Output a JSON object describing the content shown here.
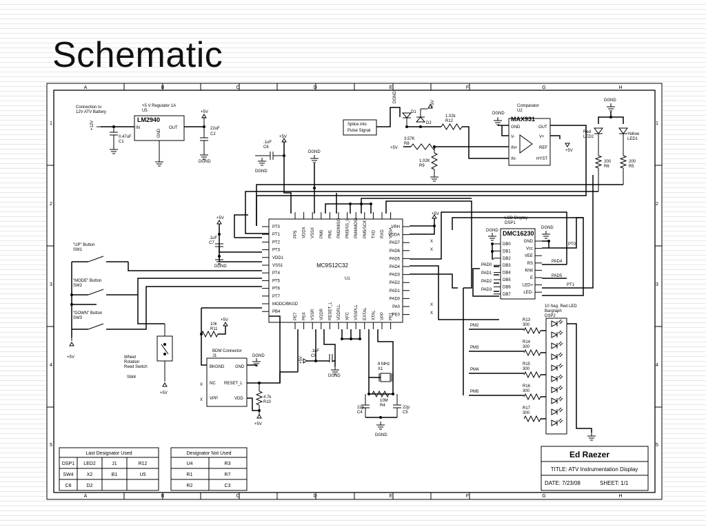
{
  "slide": {
    "title": "Schematic"
  },
  "sheet": {
    "column_labels": [
      "A",
      "B",
      "C",
      "D",
      "E",
      "F",
      "G",
      "H"
    ],
    "row_labels": [
      "1",
      "2",
      "3",
      "4",
      "5"
    ]
  },
  "parts": {
    "connection": "Connection to",
    "battery": "12V ATV Battery",
    "plus12v": "+12V",
    "c1_value": "0.47uF",
    "c1": "C1",
    "regulator_title": "+5 V Regulator 1A",
    "regulator_ref": "U5",
    "regulator_part": "LM2940",
    "reg_in": "IN",
    "reg_out": "OUT",
    "reg_gnd": "GND",
    "c2_value": "22uF",
    "c2": "C2",
    "plus5v": "+5V",
    "dgnd": "DGND",
    "c6_value": ".1uF",
    "c6": "C6",
    "splice": [
      "Splice into",
      "Pulse Signal"
    ],
    "d1": "D1",
    "d2": "D2",
    "r12_value": "1.02k",
    "r12": "R12",
    "r8_value": "3.57K",
    "r8": "R8",
    "r9_value": "1.02K",
    "r9": "R9",
    "comparator": "Comparator",
    "comparator_ref": "U2",
    "comparator_part": "MAX931",
    "comp_pins": [
      "GND",
      "V-",
      "IN+",
      "IN-",
      "OUT",
      "V+",
      "REF",
      "HYST"
    ],
    "red_led": [
      "Red",
      "LED2"
    ],
    "yellow_led": [
      "Yellow",
      "LED1"
    ],
    "r6_value": "200",
    "r6": "R6",
    "r5_value": "200",
    "r5": "R5",
    "mcu_part": "MC9S12C32",
    "mcu_ref": "U1",
    "mcu_left_pins": [
      "PT0",
      "PT1",
      "PT2",
      "PT3",
      "VDD1",
      "VSS1",
      "PT4",
      "PT5",
      "PT6",
      "PT7",
      "MODC/BKGD",
      "PB4"
    ],
    "mcu_top_pins": [
      "PP5",
      "VDDX",
      "VSSX",
      "PM0",
      "PM1",
      "PM2/MISO",
      "PM3/SS_L",
      "PM4/MOSI",
      "PM5/SCK",
      "TXD",
      "RXD",
      "VSSA"
    ],
    "mcu_right_pins": [
      "VRH",
      "VDDA",
      "PAD7",
      "PAD6",
      "PAD5",
      "PAD4",
      "PAD3",
      "PAD2",
      "PAD1",
      "PAD0",
      "PA0",
      "PE0"
    ],
    "mcu_bottom_pins": [
      "PE7",
      "PE4",
      "VSSR",
      "VDDR",
      "RESET_L",
      "VDDPLL",
      "XFC",
      "VSSPLL",
      "EXTAL",
      "XTAL",
      "VPP",
      "PE1"
    ],
    "c7_value": ".1uF",
    "c7": "C7",
    "sw1": [
      "\"UP\" Button",
      "SW1"
    ],
    "sw2": [
      "\"MODE\" Button",
      "SW2"
    ],
    "sw3": [
      "\"DOWN\" Button",
      "SW3"
    ],
    "sw4": [
      "Wheel",
      "Rotation",
      "Reed Switch",
      "SW4"
    ],
    "r11_value": "10k",
    "r11": "R11",
    "bdm": [
      "BDM Connector",
      "J1"
    ],
    "bdm_pins": [
      "BKGND",
      "GND",
      "NC",
      "RESET_L",
      "VPP",
      "VDD"
    ],
    "r10_value": "4.7k",
    "r10": "R10",
    "c8_value": ".1uF",
    "c8": "C8",
    "crystal": [
      "8 MHz",
      "X1"
    ],
    "r4_value": "10M",
    "r4": "R4",
    "c4_value": "22p",
    "c4": "C4",
    "c5_value": "22p",
    "c5": "C5",
    "lcd": [
      "LCD Display",
      "DSP1"
    ],
    "lcd_part": "DMC16230",
    "lcd_left_pins": [
      "DB0",
      "DB1",
      "DB2",
      "DB3",
      "DB4",
      "DB5",
      "DB6",
      "DB7"
    ],
    "lcd_right_pins": [
      "GND",
      "Vcc",
      "VEE",
      "RS",
      "R/W",
      "E",
      "LED+",
      "LED-"
    ],
    "lcd_pad_labels": [
      "PAD0",
      "PAD1",
      "PAD2",
      "PAD3"
    ],
    "lcd_net_labels": [
      "PT0",
      "PAD4",
      "PAD5",
      "PT1"
    ],
    "bargraph": [
      "10 Seg. Red LED",
      "Bargraph",
      "DSP2"
    ],
    "bargraph_nets": [
      "PM2",
      "PM3",
      "PM4",
      "PM5"
    ],
    "bargraph_resistors": [
      {
        "ref": "R13",
        "value": "300"
      },
      {
        "ref": "R14",
        "value": "300"
      },
      {
        "ref": "R15",
        "value": "300"
      },
      {
        "ref": "R16",
        "value": "300"
      },
      {
        "ref": "R17",
        "value": "300"
      }
    ]
  },
  "last_designator": {
    "title": "Last Designator Used",
    "rows": [
      [
        "DSP1",
        "LED2",
        "J1",
        "R12"
      ],
      [
        "SW4",
        "X2",
        "B1",
        "U5"
      ],
      [
        "C8",
        "D2",
        "",
        ""
      ]
    ]
  },
  "not_used": {
    "title": "Designator Not Used",
    "rows": [
      [
        "U4",
        "R3"
      ],
      [
        "R1",
        "R7"
      ],
      [
        "R2",
        "C3"
      ]
    ]
  },
  "title_block": {
    "author": "Ed Raezer",
    "title": "TITLE: ATV Instrumentation Display",
    "date": "DATE: 7/23/08",
    "sheet": "SHEET: 1/1"
  }
}
